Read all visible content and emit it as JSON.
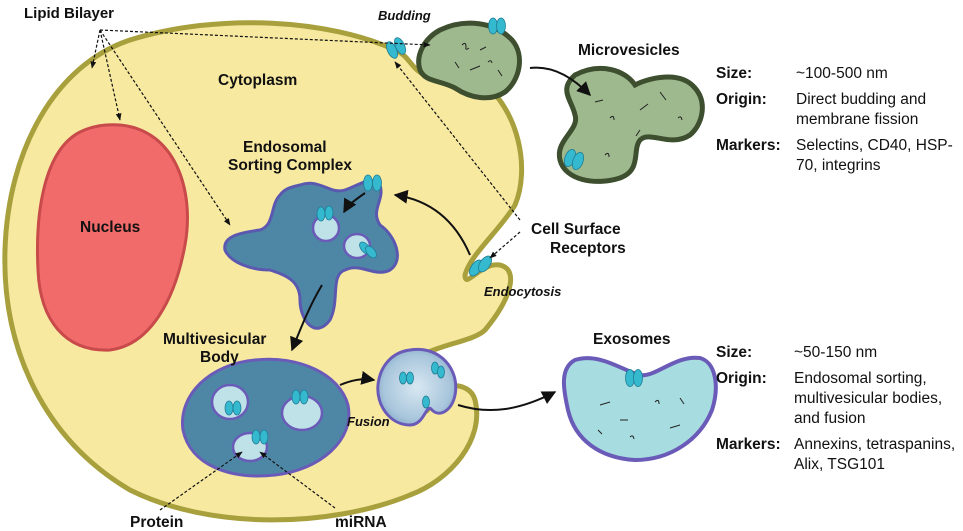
{
  "labels": {
    "lipid_bilayer": "Lipid Bilayer",
    "budding": "Budding",
    "cytoplasm": "Cytoplasm",
    "microvesicles": "Microvesicles",
    "nucleus": "Nucleus",
    "endosomal_line1": "Endosomal",
    "endosomal_line2": "Sorting Complex",
    "cell_surface_line1": "Cell Surface",
    "cell_surface_line2": "Receptors",
    "endocytosis": "Endocytosis",
    "mvb_line1": "Multivesicular",
    "mvb_line2": "Body",
    "fusion": "Fusion",
    "exosomes": "Exosomes",
    "protein": "Protein",
    "mirna": "miRNA"
  },
  "microvesicles_info": {
    "size_key": "Size:",
    "size_val": "~100-500 nm",
    "origin_key": "Origin:",
    "origin_val": "Direct budding and membrane fission",
    "markers_key": "Markers:",
    "markers_val": "Selectins, CD40, HSP-70, integrins"
  },
  "exosomes_info": {
    "size_key": "Size:",
    "size_val": "~50-150 nm",
    "origin_key": "Origin:",
    "origin_val": "Endosomal sorting, multivesicular bodies, and fusion",
    "markers_key": "Markers:",
    "markers_val": "Annexins, tetraspanins, Alix, TSG101"
  },
  "colors": {
    "cell_fill": "#f8e9a1",
    "cell_stroke": "#a8a03c",
    "nucleus_fill": "#f26b6b",
    "nucleus_stroke": "#c84a4a",
    "endosome_fill": "#4e87a6",
    "endosome_stroke": "#5b58b0",
    "microvesicle_fill": "#9fb98e",
    "microvesicle_stroke": "#3d4f2f",
    "exosome_fill": "#a7dde0",
    "exosome_stroke": "#6a5bb8",
    "receptor": "#35b9cf"
  }
}
